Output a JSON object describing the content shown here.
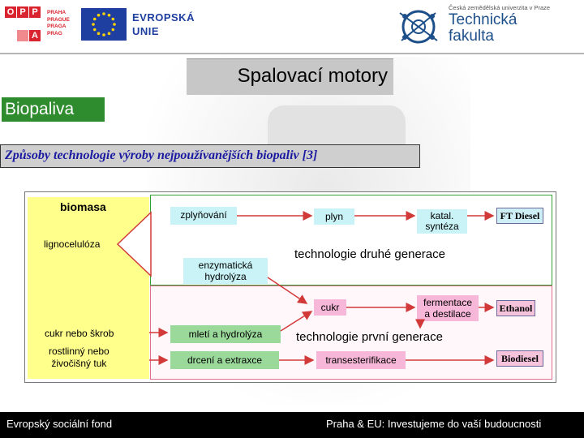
{
  "header": {
    "opp_letters": [
      "O",
      "P",
      "P",
      "A"
    ],
    "praha_words": [
      "PRAHA",
      "PRAGUE",
      "PRAGA",
      "PRAG"
    ],
    "eu_text": [
      "EVROPSKÁ",
      "UNIE"
    ],
    "university_small": "Česká zemědělská univerzita v Praze",
    "faculty_name": [
      "Technická",
      "fakulta"
    ]
  },
  "title": "Spalovací motory",
  "section_label": "Biopaliva",
  "subtitle": "Způsoby technologie výroby nejpoužívanějších biopaliv  [3]",
  "diagram": {
    "biomass": "biomasa",
    "lignocellulose": "lignocelulóza",
    "sugar_starch": "cukr nebo škrob",
    "oil_fat": [
      "rostlinný nebo",
      "živočišný tuk"
    ],
    "gasification": "zplyňování",
    "gas": "plyn",
    "catalytic_synthesis": [
      "katal.",
      "syntéza"
    ],
    "enzymatic_hydrolysis": [
      "enzymatická",
      "hydrolýza"
    ],
    "second_generation": "technologie druhé generace",
    "sugar": "cukr",
    "fermentation": [
      "fermentace",
      "a destilace"
    ],
    "milling_hydrolysis": "mletí a hydrolýza",
    "first_generation": "technologie první generace",
    "crushing_extraction": "drcení a extraxce",
    "transesterification": "transesterifikace",
    "products": {
      "ft_diesel": "FT Diesel",
      "ethanol": "Ethanol",
      "biodiesel": "Biodiesel"
    }
  },
  "footer": {
    "left": "Evropský sociální fond",
    "right": "Praha & EU: Investujeme do vaší budoucnosti"
  }
}
